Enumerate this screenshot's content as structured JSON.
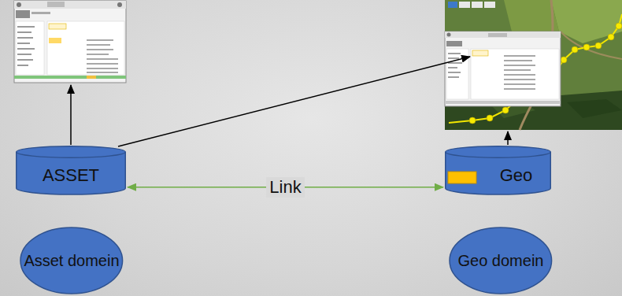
{
  "diagram": {
    "nodes": [
      {
        "text": [
          "ASSET"
        ]
      },
      {
        "text": [
          "Geo"
        ]
      },
      {
        "text": [
          "Asset domein"
        ]
      },
      {
        "text": [
          "Geo domein"
        ]
      }
    ],
    "edges": [
      {
        "from": 0,
        "to": 1,
        "label": "Link",
        "arrow": "both"
      }
    ]
  }
}
